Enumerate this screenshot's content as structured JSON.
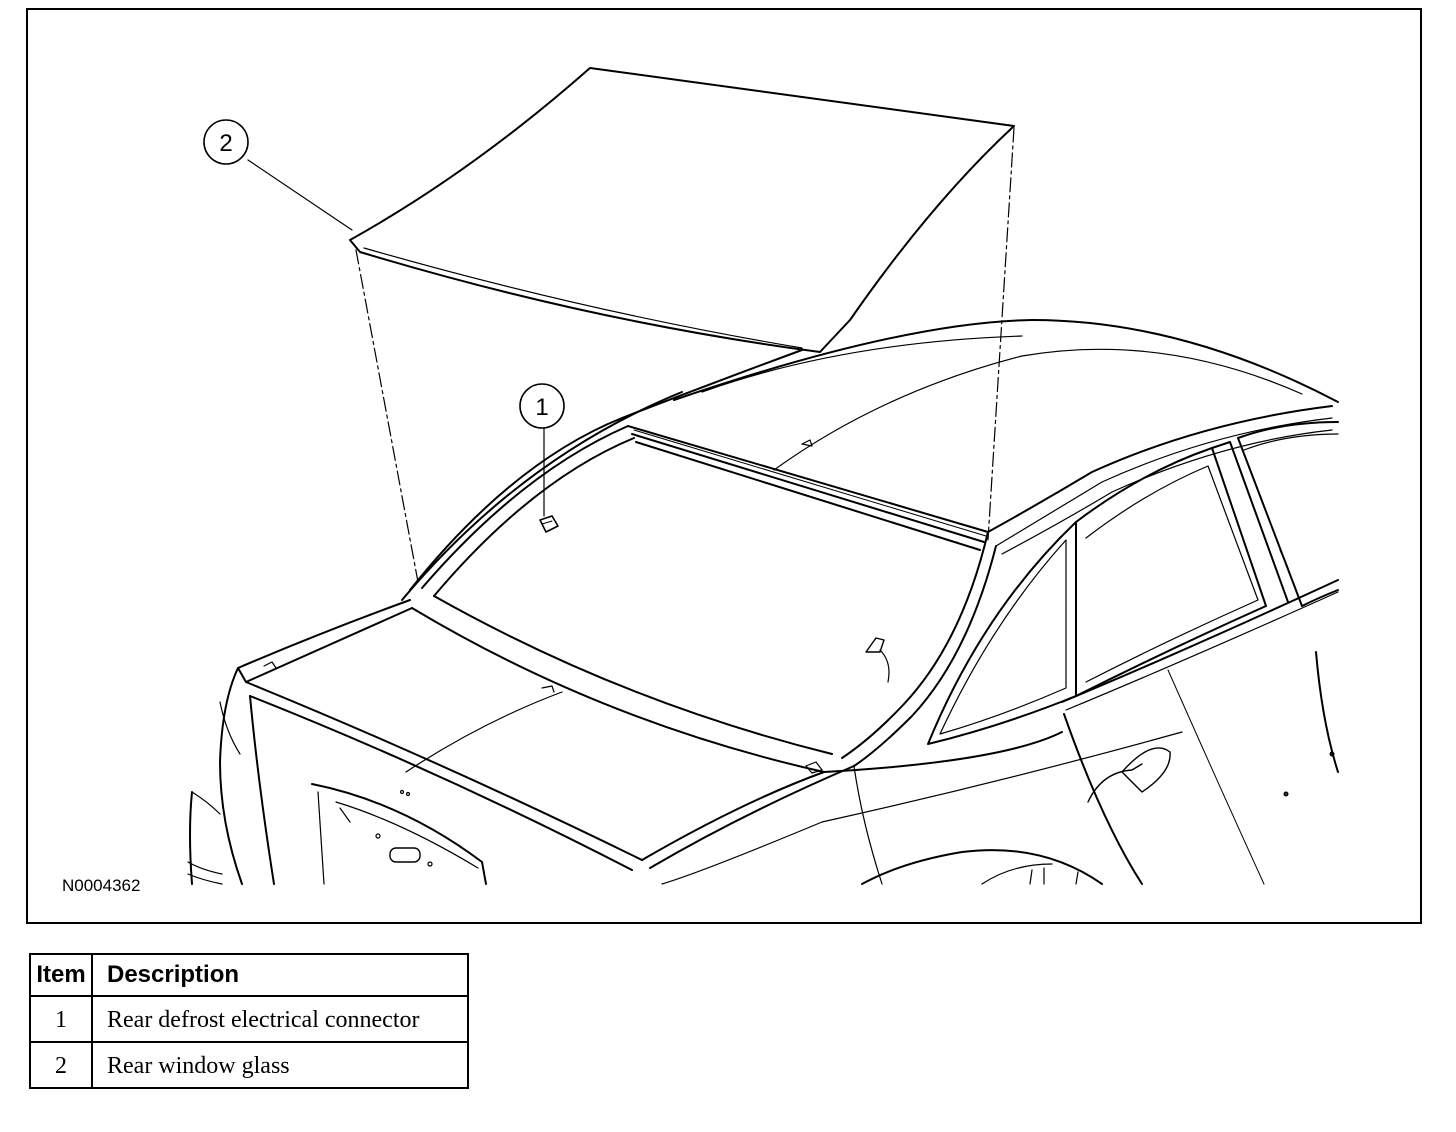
{
  "figure": {
    "id": "N0004362",
    "callouts": [
      {
        "number": "1",
        "target": "rear defrost connector"
      },
      {
        "number": "2",
        "target": "rear window glass"
      }
    ]
  },
  "legend": {
    "headers": {
      "item": "Item",
      "description": "Description"
    },
    "rows": [
      {
        "item": "1",
        "description": "Rear defrost electrical connector"
      },
      {
        "item": "2",
        "description": "Rear window glass"
      }
    ]
  }
}
